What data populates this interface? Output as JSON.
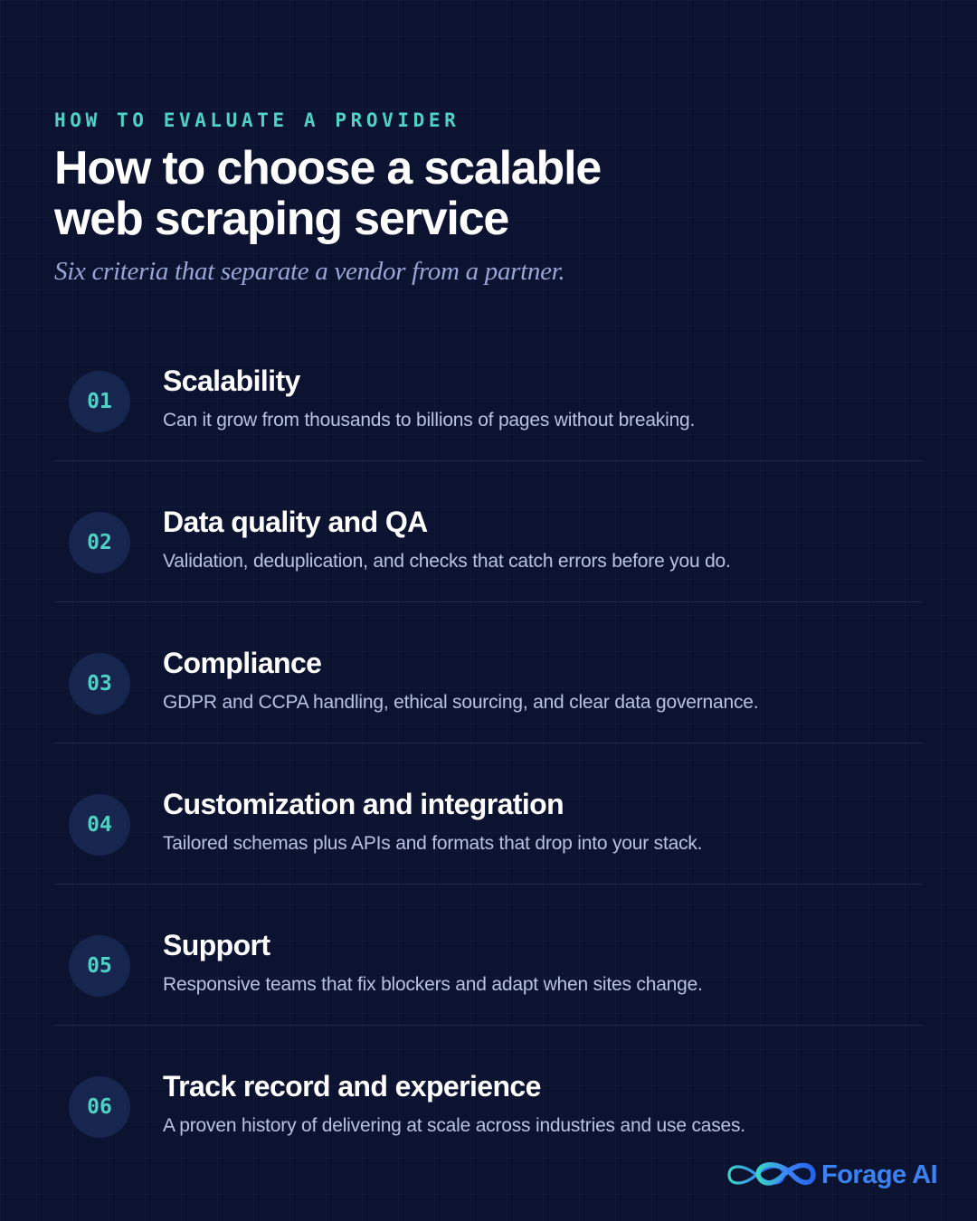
{
  "header": {
    "eyebrow": "HOW TO EVALUATE A PROVIDER",
    "title_line1": "How to choose a scalable",
    "title_line2": "web scraping service",
    "subtitle": "Six criteria that separate a vendor from a partner."
  },
  "criteria": [
    {
      "number": "01",
      "title": "Scalability",
      "description": "Can it grow from thousands to billions of pages without breaking."
    },
    {
      "number": "02",
      "title": "Data quality and QA",
      "description": "Validation, deduplication, and checks that catch errors before you do."
    },
    {
      "number": "03",
      "title": "Compliance",
      "description": "GDPR and CCPA handling, ethical sourcing, and clear data governance."
    },
    {
      "number": "04",
      "title": "Customization and integration",
      "description": "Tailored schemas plus APIs and formats that drop into your stack."
    },
    {
      "number": "05",
      "title": "Support",
      "description": "Responsive teams that fix blockers and adapt when sites change."
    },
    {
      "number": "06",
      "title": "Track record and experience",
      "description": "A proven history of delivering at scale across industries and use cases."
    }
  ],
  "brand": {
    "name": "Forage AI",
    "logo_icon": "infinity-icon"
  },
  "colors": {
    "background": "#0b1331",
    "accent": "#4fd1c5",
    "brand": "#3b82f6",
    "badge": "#17264e"
  }
}
